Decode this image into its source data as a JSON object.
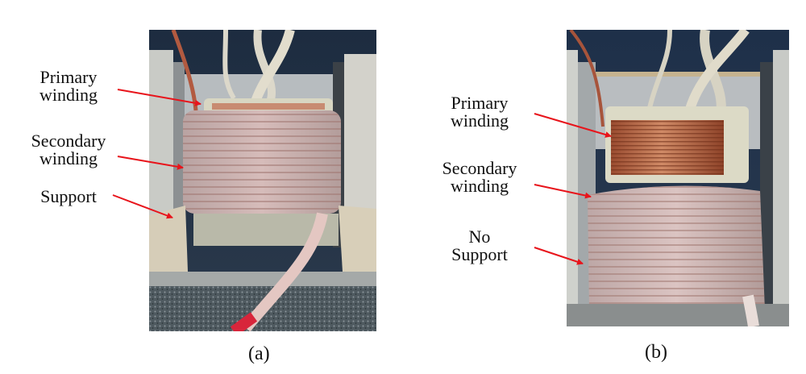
{
  "figure": {
    "panel_a": {
      "caption": "(a)",
      "labels": {
        "primary": [
          "Primary",
          "winding"
        ],
        "secondary": [
          "Secondary",
          "winding"
        ],
        "support": [
          "Support"
        ]
      }
    },
    "panel_b": {
      "caption": "(b)",
      "labels": {
        "primary": [
          "Primary",
          "winding"
        ],
        "secondary": [
          "Secondary",
          "winding"
        ],
        "support": [
          "No",
          "Support"
        ]
      }
    },
    "colors": {
      "arrow": "#e8141b",
      "copper": "#b8603a",
      "secondary_wrap": "#c9a9a6",
      "background_dark": "#1f2f44"
    }
  }
}
